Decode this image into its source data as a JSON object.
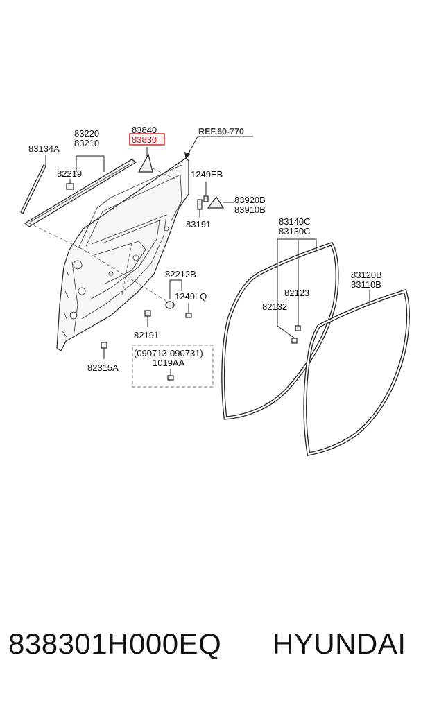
{
  "diagram": {
    "callouts": {
      "l83840": "83840",
      "l83830": "83830",
      "l83220": "83220",
      "l83210": "83210",
      "l83134A": "83134A",
      "l82219": "82219",
      "ref": "REF.60-770",
      "l1249EB": "1249EB",
      "l83920B": "83920B",
      "l83910B": "83910B",
      "l83191": "83191",
      "l83140C": "83140C",
      "l83130C": "83130C",
      "l82123": "82123",
      "l82132": "82132",
      "l83120B": "83120B",
      "l83110B": "83110B",
      "l82212B": "82212B",
      "l1249LQ": "1249LQ",
      "l82191": "82191",
      "l82315A": "82315A",
      "date_range": "(090713-090731)",
      "l1019AA": "1019AA"
    },
    "highlight_color": "#c21e1e"
  },
  "footer": {
    "part_number": "838301H000EQ",
    "brand": "HYUNDAI"
  }
}
